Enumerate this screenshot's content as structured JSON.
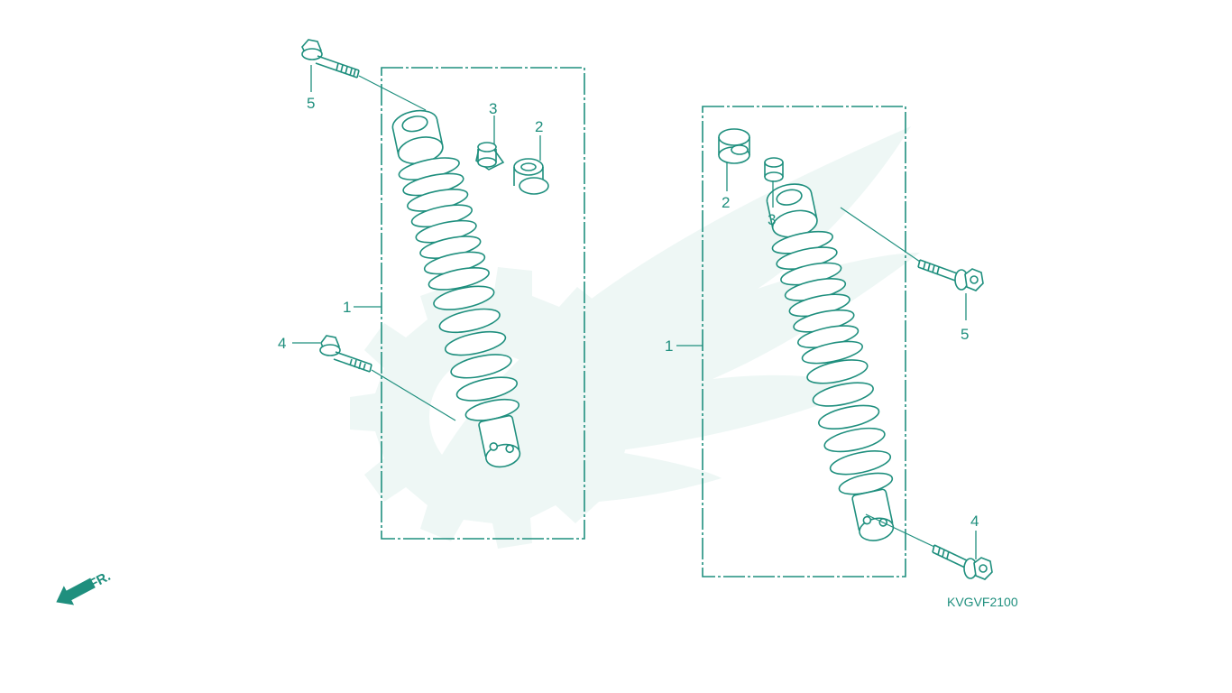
{
  "diagram": {
    "accent_color": "#1f8f7e",
    "watermark_color": "#eef7f5",
    "part_code": "KVGVF2100",
    "direction_label": "FR.",
    "left_assembly": {
      "callouts": {
        "shock": "1",
        "bushing": "2",
        "collar": "3",
        "lower_bolt": "4",
        "upper_bolt": "5"
      }
    },
    "right_assembly": {
      "callouts": {
        "shock": "1",
        "bushing": "2",
        "collar": "3",
        "lower_bolt": "4",
        "upper_bolt": "5"
      }
    }
  }
}
